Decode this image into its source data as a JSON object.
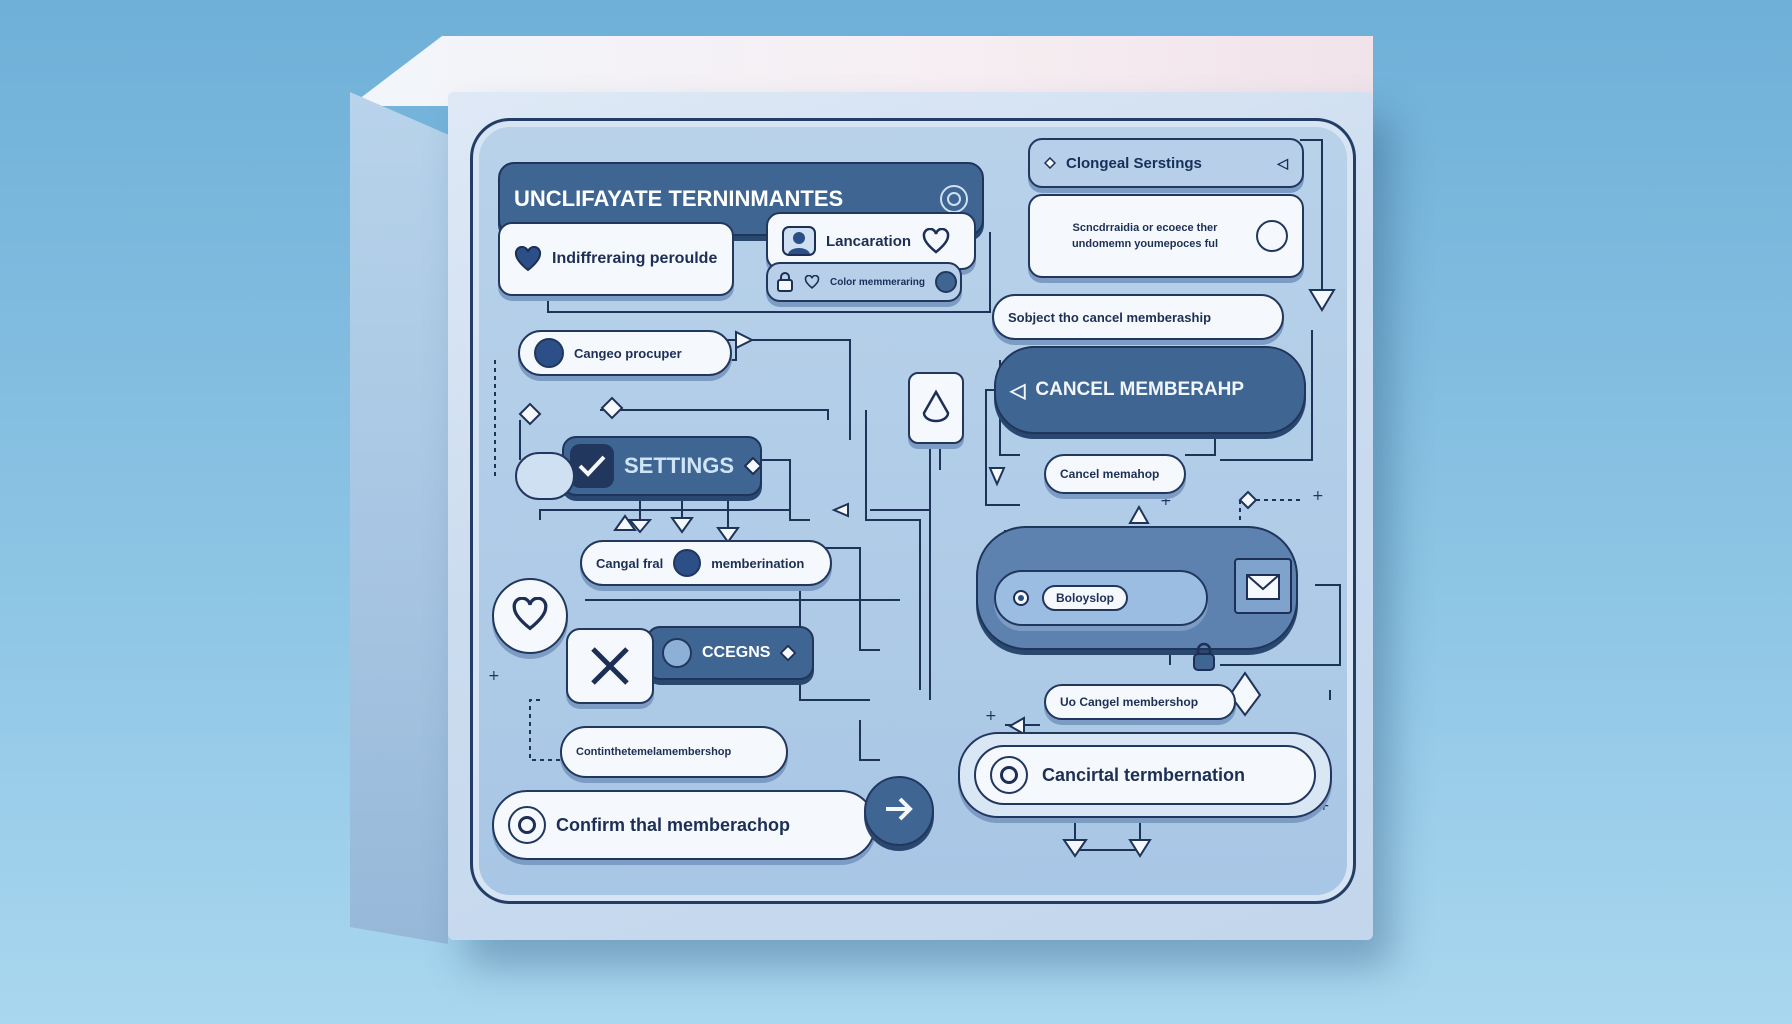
{
  "panel": {
    "title": "UNCLIFAYATE TERNINMANTES",
    "colors": {
      "navy": "#22375e",
      "accent": "#3f6592",
      "panel": "#a8c6e5",
      "background": "#6fb0d8"
    }
  },
  "nodes": {
    "indifferent": "Indiffreraing peroulde",
    "lancaration": "Lancaration",
    "color_membership": "Color memmeraring",
    "cangeo": "Cangeo procuper",
    "settings": "SETTINGS",
    "cangal_fral": "Cangal fral",
    "memberination": "memberination",
    "ccegns": "CCEGNS",
    "continued": "Continthetemelamembershop",
    "confirm": "Confirm thal memberachop",
    "clongeal": "Clongeal Serstings",
    "description_line1": "Scncdrraidia or ecoece ther",
    "description_line2": "undomemn youmepoces ful",
    "select": "Sobject tho cancel memberaship",
    "cancel_main": "CANCEL MEMBERAHP",
    "cancel_small": "Cancel memahop",
    "bolonyslop": "Boloyslop",
    "uo_cancel": "Uo Cangel membershop",
    "cancirtal": "Cancirtal termbernation"
  },
  "icons": [
    "heart-icon",
    "user-icon",
    "lock-icon",
    "toggle-icon",
    "check-icon",
    "x-icon",
    "arrow-right-icon",
    "diamond-icon",
    "gear-icon",
    "cube-icon",
    "padlock-icon",
    "radio-icon"
  ]
}
